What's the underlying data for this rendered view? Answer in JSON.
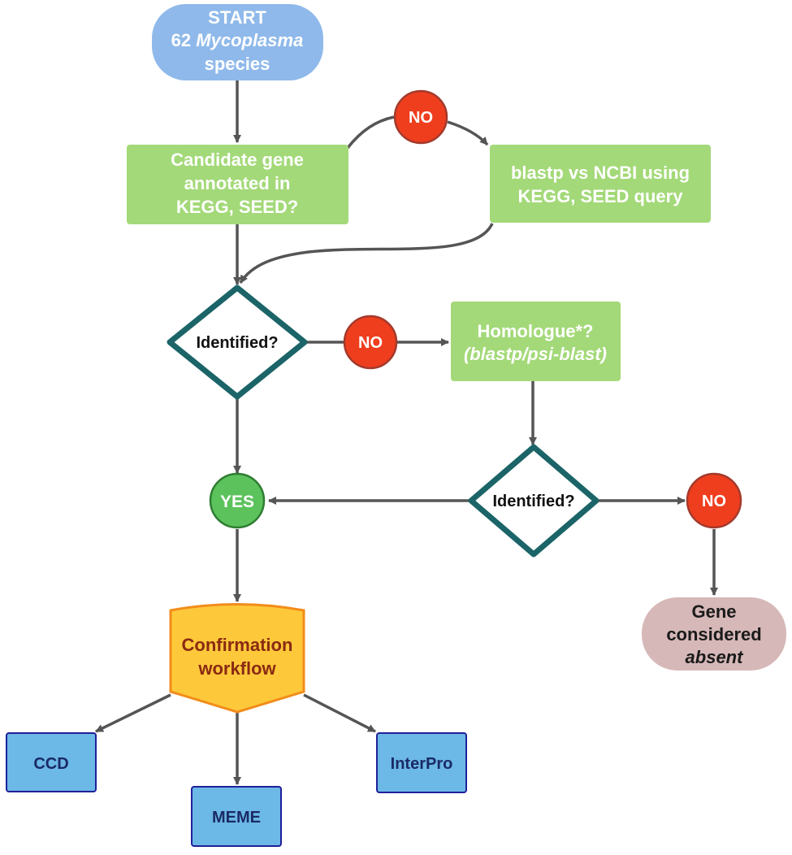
{
  "start": {
    "line1": "START",
    "line2_prefix": "62 ",
    "line2_italic": "Mycoplasma",
    "line3": "species"
  },
  "candidate": {
    "line1": "Candidate gene",
    "line2": "annotated in",
    "line3": "KEGG, SEED?"
  },
  "blastp_ncbi": {
    "line1": "blastp vs NCBI using",
    "line2": "KEGG, SEED query"
  },
  "identified_1": {
    "label": "Identified?"
  },
  "identified_2": {
    "label": "Identified?"
  },
  "homologue": {
    "line1": "Homologue*?",
    "line2": "(blastp/psi-blast)"
  },
  "no_top": {
    "label": "NO"
  },
  "no_middle": {
    "label": "NO"
  },
  "no_right": {
    "label": "NO"
  },
  "yes": {
    "label": "YES"
  },
  "confirmation": {
    "line1": "Confirmation",
    "line2": "workflow"
  },
  "absent": {
    "line1": "Gene",
    "line2": "considered",
    "line3": "absent"
  },
  "tools": {
    "ccd": "CCD",
    "meme": "MEME",
    "interpro": "InterPro"
  },
  "colors": {
    "start_fill": "#8fb9ea",
    "process_fill": "#a3d978",
    "diamond_stroke": "#1b6468",
    "no_fill": "#ef3e1e",
    "no_stroke": "#a33a2c",
    "yes_fill": "#5cc25c",
    "yes_stroke": "#2e7d32",
    "confirmation_fill": "#fdc93a",
    "confirmation_stroke": "#f28c1b",
    "confirmation_text": "#8a2a12",
    "tool_fill": "#6cb8e6",
    "tool_stroke": "#20209a",
    "tool_text": "#1a2a66",
    "absent_fill": "#d6b8b8",
    "arrow": "#555555"
  }
}
